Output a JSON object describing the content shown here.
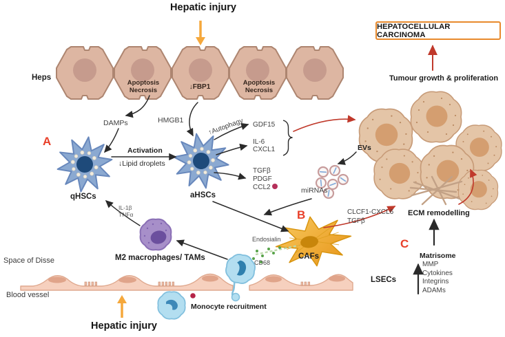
{
  "colors": {
    "hcc_box_border": "#E8892B",
    "red_arrow": "#C0392B",
    "orange_arrow": "#F5A83C",
    "panel_letter_red": "#E8402A",
    "hepatocyte_fill": "#DDB6A2",
    "hsc_blue": "#8BA9D1",
    "macrophage_purple": "#A78FC9",
    "caf_orange": "#F2A93B",
    "monocyte_blue": "#B3DEF0",
    "lsec_pink": "#F6D0BE",
    "tumor_tan": "#E4C5A7"
  },
  "top": {
    "hepatic_injury": "Hepatic injury",
    "hcc": "HEPATOCELLULAR CARCINOMA",
    "tumour_growth": "Tumour growth & proliferation"
  },
  "heps": {
    "label": "Heps",
    "apoptosis": "Apoptosis",
    "necrosis": "Necrosis",
    "fbp1": "↓FBP1"
  },
  "signals": {
    "damps": "DAMPs",
    "hmgb1": "HMGB1",
    "autophagy": "↑Autophagy",
    "gdf15": "GDF15",
    "il6": "IL-6",
    "cxcl1": "CXCL1",
    "tgfb": "TGFβ",
    "pdgf": "PDGF",
    "ccl2": "CCL2",
    "evs": "EVs",
    "mirnas": "miRNAs",
    "il1b": "IL-1β",
    "tnfa": "TNFα",
    "clcf1_cxcl6": "CLCF1-CXCL6",
    "tgfb2": "TGFβ"
  },
  "letters": {
    "a": "A",
    "b": "B",
    "c": "C"
  },
  "activation": {
    "label": "Activation",
    "lipid": "↓Lipid droplets"
  },
  "markers_labels": {
    "endosialin": "Endosialin",
    "cd68": "CD68"
  },
  "cells": {
    "qhscs": "qHSCs",
    "ahscs": "aHSCs",
    "m2": "M2 macrophages/ TAMs",
    "cafs": "CAFs",
    "lsecs": "LSECs",
    "monocyte_recruitment": "Monocyte recruitment"
  },
  "ecm": {
    "remodelling": "ECM remodelling",
    "matrisome": "Matrisome",
    "items": [
      "MMP",
      "Cytokines",
      "Integrins",
      "ADAMs"
    ]
  },
  "anatomy": {
    "space_of_disse": "Space of Disse",
    "blood_vessel": "Blood vessel"
  },
  "bottom": {
    "hepatic_injury": "Hepatic injury"
  }
}
